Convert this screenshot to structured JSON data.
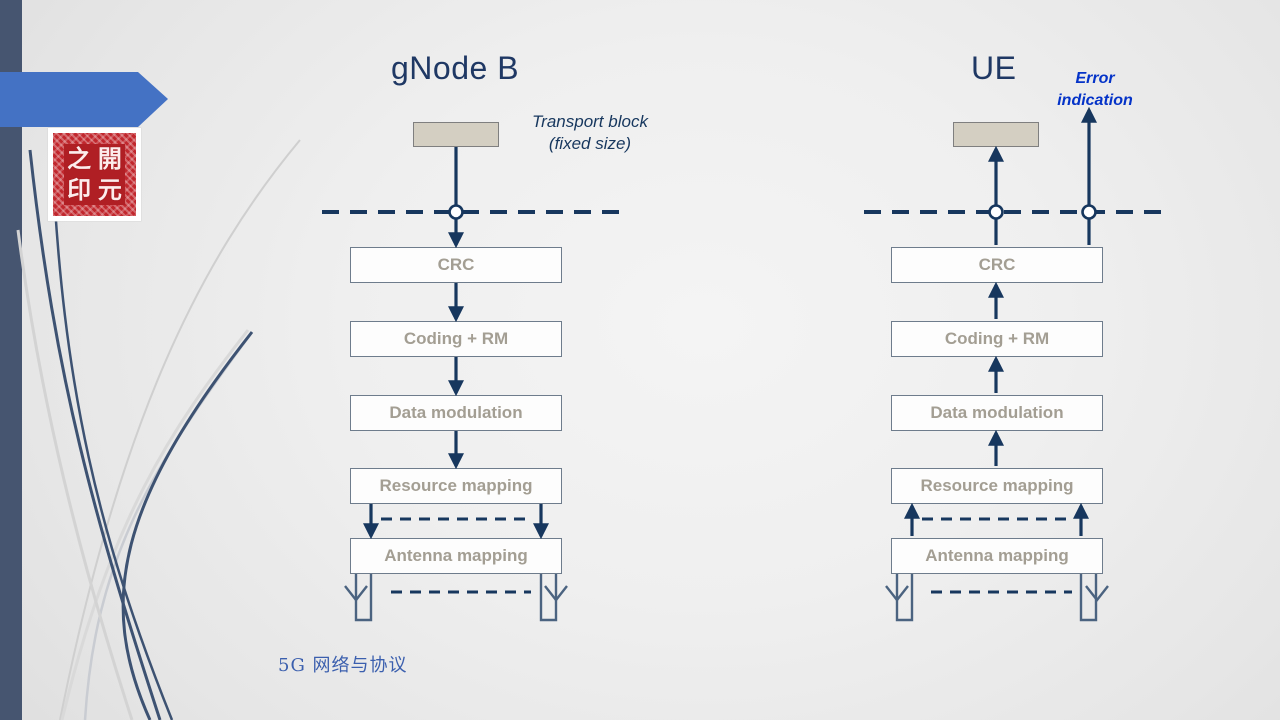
{
  "slide": {
    "footer_text": "5G 网络与协议",
    "seal_chars": [
      "之",
      "開",
      "印",
      "元"
    ],
    "colors": {
      "sidebar": "#465570",
      "banner_arrow": "#4472c4",
      "title_navy": "#1f3864",
      "wire_navy": "#17375e",
      "box_border": "#6e7c8c",
      "box_text": "#a39e93",
      "transport_block_fill": "#d4cfc2",
      "error_blue": "#0433c8",
      "footer_blue": "#3b5fae",
      "seal_red": "#c1272d"
    }
  },
  "columns": {
    "gnb": {
      "title": "gNode B",
      "transport_block_label": "",
      "note": "Transport block\n(fixed size)",
      "direction": "transmit",
      "stages": [
        {
          "label": "CRC"
        },
        {
          "label": "Coding + RM"
        },
        {
          "label": "Data modulation"
        },
        {
          "label": "Resource mapping"
        },
        {
          "label": "Antenna mapping"
        }
      ],
      "antennas": 2
    },
    "ue": {
      "title": "UE",
      "transport_block_label": "",
      "note": "Error\nindication",
      "direction": "receive",
      "stages": [
        {
          "label": "CRC"
        },
        {
          "label": "Coding + RM"
        },
        {
          "label": "Data modulation"
        },
        {
          "label": "Resource mapping"
        },
        {
          "label": "Antenna mapping"
        }
      ],
      "antennas": 2
    }
  }
}
